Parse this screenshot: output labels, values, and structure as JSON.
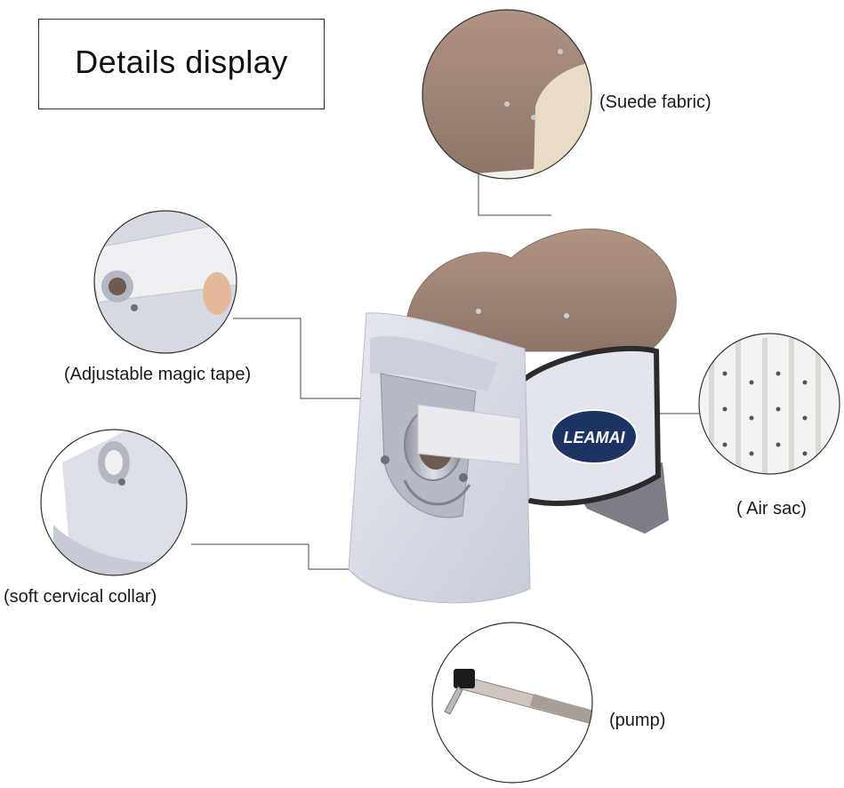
{
  "title": "Details display",
  "brand_logo_text": "LEAMAI",
  "callouts": {
    "suede": "(Suede fabric)",
    "tape": "(Adjustable magic tape)",
    "collar": "(soft cervical collar)",
    "air_sac": "( Air sac)",
    "pump": "(pump)"
  },
  "colors": {
    "collar_body": "#d9dce6",
    "suede_lining": "#a38878",
    "logo_badge": "#1d3363",
    "metal_ring": "#a7adb8",
    "border_trim": "#2b2b2e"
  }
}
